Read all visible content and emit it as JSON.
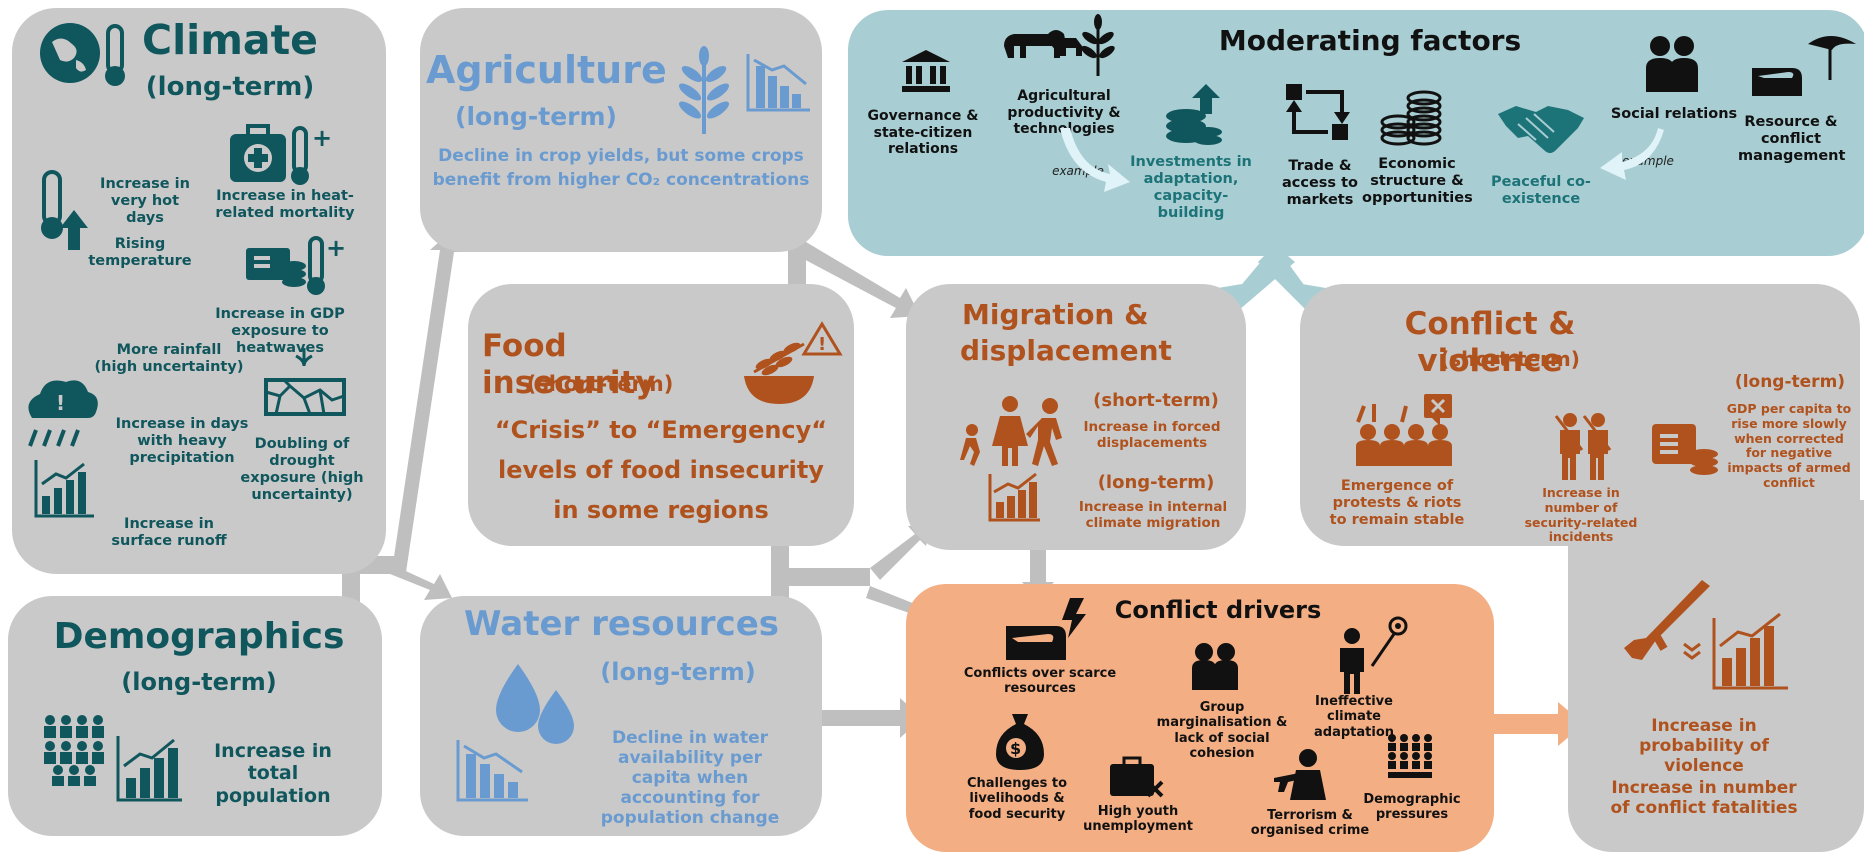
{
  "climate": {
    "title": "Climate",
    "subtitle": "(long-term)",
    "hot_days": "Increase in very hot days",
    "rising_temp": "Rising temperature",
    "heat_mortality": "Increase in heat-related mortality",
    "gdp_heatwaves": "Increase in GDP exposure to heatwaves",
    "more_rainfall": "More rainfall (high uncertainty)",
    "heavy_precip": "Increase in days with heavy precipitation",
    "drought": "Doubling of drought exposure (high uncertainty)",
    "surface_runoff": "Increase in surface runoff"
  },
  "agriculture": {
    "title": "Agriculture",
    "subtitle": "(long-term)",
    "line1": "Decline in crop yields, but some crops",
    "line2": "benefit from higher CO₂ concentrations"
  },
  "food": {
    "title": "Food insecurity",
    "subtitle": "(short-term)",
    "line1": "“Crisis” to “Emergency“",
    "line2": "levels of food insecurity",
    "line3": "in some regions"
  },
  "migration": {
    "title_line1": "Migration &",
    "title_line2": "displacement",
    "short_term": "(short-term)",
    "forced": "Increase in forced displacements",
    "long_term": "(long-term)",
    "internal": "Increase in internal climate migration"
  },
  "moderating": {
    "title": "Moderating factors",
    "governance": "Governance & state-citizen relations",
    "agri_prod": "Agricultural productivity & technologies",
    "investments": "Investments in adaptation, capacity-building",
    "trade": "Trade & access to markets",
    "economic": "Economic structure & opportunities",
    "peaceful": "Peaceful co-existence",
    "social": "Social relations",
    "resource": "Resource & conflict management",
    "example1": "example",
    "example2": "example"
  },
  "conflict": {
    "title": "Conflict & violence",
    "short_term": "(short-term)",
    "long_term": "(long-term)",
    "protests": "Emergence of protests & riots to remain stable",
    "security": "Increase in number of security-related incidents",
    "gdp": "GDP per capita to rise more slowly when corrected for negative impacts of armed conflict",
    "prob_violence": "Increase in probability of violence",
    "fatalities": "Increase in number of conflict fatalities"
  },
  "demographics": {
    "title": "Demographics",
    "subtitle": "(long-term)",
    "population": "Increase in total population"
  },
  "water": {
    "title": "Water resources",
    "subtitle": "(long-term)",
    "text": "Decline in water availability per capita when accounting for population change"
  },
  "drivers": {
    "title": "Conflict drivers",
    "scarce": "Conflicts over scarce resources",
    "group": "Group marginalisation & lack of social cohesion",
    "ineffective": "Ineffective climate adaptation",
    "livelihoods": "Challenges to livelihoods & food security",
    "youth": "High youth unemployment",
    "terrorism": "Terrorism & organised crime",
    "demographic": "Demographic pressures"
  },
  "colors": {
    "grey_box": "#c9c9c9",
    "teal_box": "#a8cdd2",
    "orange_box": "#f3ae84",
    "dark_teal": "#10565d",
    "brown": "#b0521d",
    "blue": "#6a9bd0",
    "arrow_grey": "#bfbfbf",
    "arrow_light": "#dff3f8"
  }
}
